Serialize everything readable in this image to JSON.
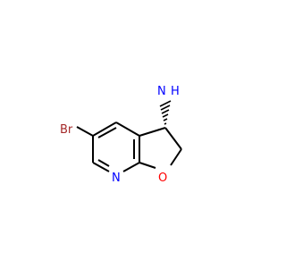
{
  "molecule": {
    "atoms": {
      "br": {
        "label": "Br",
        "color": "#a52a2a"
      },
      "n": {
        "label": "N",
        "color": "#0000ff"
      },
      "o": {
        "label": "O",
        "color": "#ff0000"
      },
      "nh2_n": {
        "label": "N",
        "color": "#0000ff"
      },
      "nh2_h": {
        "label": "H",
        "color": "#0000ff"
      }
    },
    "bond_color": "#000000"
  }
}
